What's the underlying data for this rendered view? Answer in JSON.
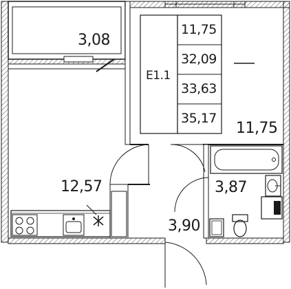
{
  "plan": {
    "summary": {
      "code": "Е1.1",
      "values": [
        "11,75",
        "32,09",
        "33,63",
        "35,17"
      ]
    },
    "rooms": {
      "balcony": "3,08",
      "bedroom": "11,75",
      "kitchen_living": "12,57",
      "bathroom": "3,87",
      "hall": "3,90"
    },
    "colors": {
      "line": "#1a1a1a",
      "wall_hatch": "#555555",
      "background": "#ffffff"
    }
  }
}
